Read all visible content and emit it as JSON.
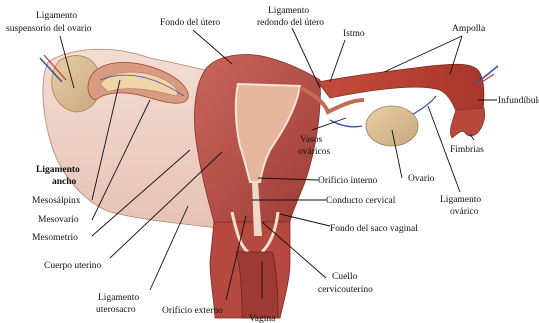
{
  "diagram": {
    "labels": {
      "ligamento_suspensorio_l1": "Ligamento",
      "ligamento_suspensorio_l2": "suspensorio del ovario",
      "fondo_utero": "Fondo del útero",
      "ligamento_redondo_l1": "Ligamento",
      "ligamento_redondo_l2": "redondo del útero",
      "istmo": "Istmo",
      "ampolla": "Ampolla",
      "infundibulo": "Infundíbulo",
      "fimbrias": "Fimbrias",
      "ligamento_ancho_l1": "Ligamento",
      "ligamento_ancho_l2": "ancho",
      "mesosalpinx": "Mesosálpinx",
      "mesovario": "Mesovario",
      "mesometrio": "Mesometrio",
      "cuerpo_uterino": "Cuerpo uterino",
      "vasos_ovaricos_l1": "Vasos",
      "vasos_ovaricos_l2": "ováricos",
      "orificio_interno": "Orificio interno",
      "conducto_cervical": "Conducto cervical",
      "ovario": "Ovario",
      "ligamento_ovarico_l1": "Ligamento",
      "ligamento_ovarico_l2": "ovárico",
      "fondo_saco_vaginal": "Fondo del saco vaginal",
      "cuello_l1": "Cuello",
      "cuello_l2": "cervicouterino",
      "ligamento_uterosacro_l1": "Ligamento",
      "ligamento_uterosacro_l2": "uterosacro",
      "orificio_externo": "Orificio externo",
      "vagina": "Vagina"
    }
  }
}
